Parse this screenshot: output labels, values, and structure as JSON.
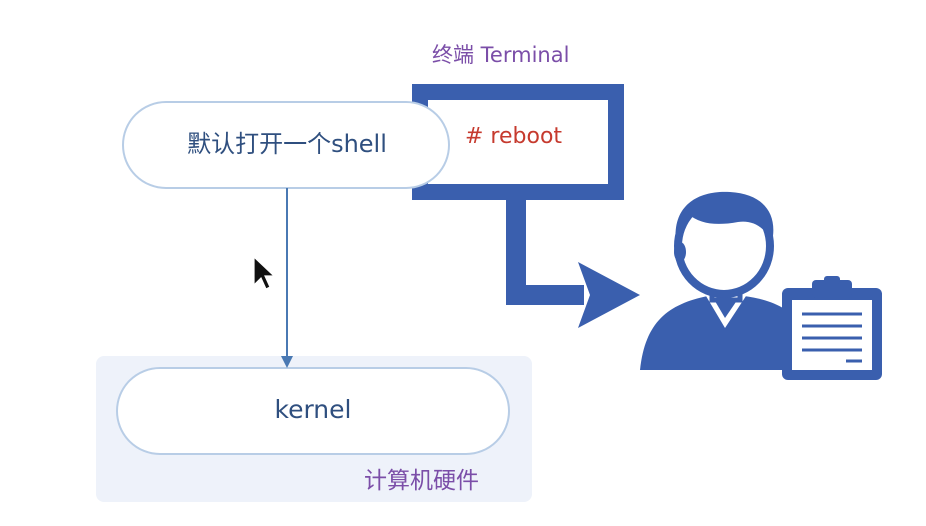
{
  "terminal": {
    "title": "终端 Terminal",
    "command": "# reboot"
  },
  "shell_node": {
    "label": "默认打开一个shell"
  },
  "kernel_node": {
    "label": "kernel"
  },
  "hardware_region": {
    "label": "计算机硬件"
  },
  "colors": {
    "primary_blue": "#3a5fae",
    "node_border": "#b8cde6",
    "node_text": "#2f4f7f",
    "command_red": "#c63a2e",
    "label_purple": "#7b4ea8",
    "hardware_bg": "#eef2fa",
    "arrow_line": "#4a79b3"
  },
  "icons": [
    "user-icon",
    "clipboard-icon",
    "mouse-cursor-icon"
  ]
}
